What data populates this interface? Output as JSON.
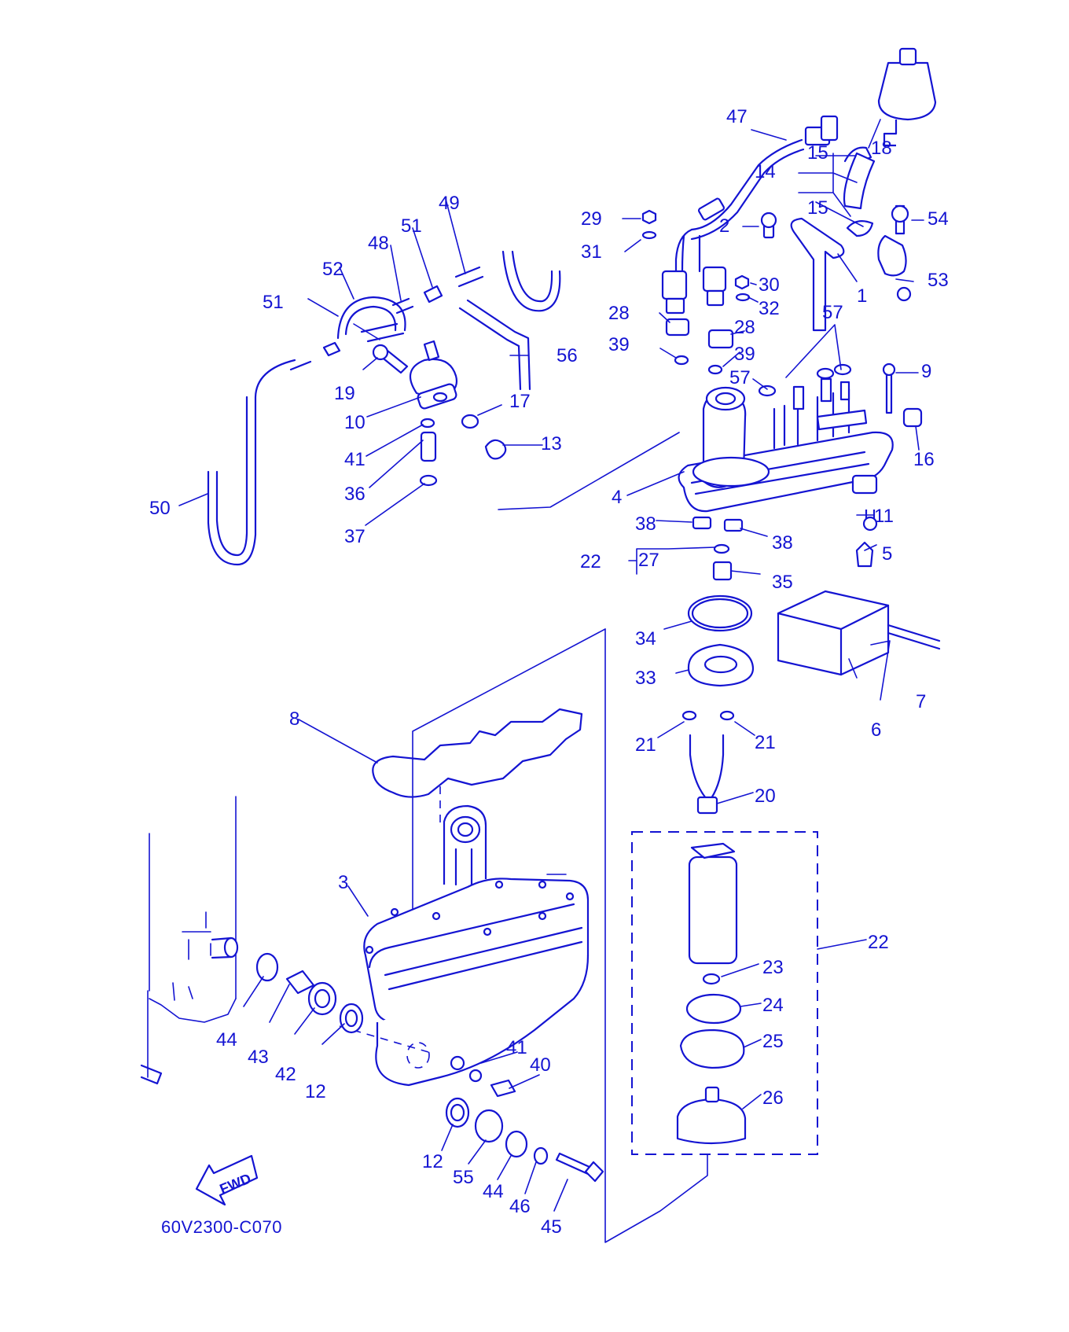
{
  "diagram": {
    "code": "60V2300-C070",
    "fwd_label": "FWD",
    "accent_color": "#1414d2",
    "part_numbers": [
      "1",
      "2",
      "3",
      "4",
      "5",
      "6",
      "7",
      "8",
      "9",
      "10",
      "11",
      "12",
      "13",
      "14",
      "15",
      "16",
      "17",
      "18",
      "19",
      "20",
      "21",
      "22",
      "23",
      "24",
      "25",
      "26",
      "27",
      "28",
      "29",
      "30",
      "31",
      "32",
      "33",
      "34",
      "35",
      "36",
      "37",
      "38",
      "39",
      "40",
      "41",
      "42",
      "43",
      "44",
      "45",
      "46",
      "47",
      "48",
      "49",
      "50",
      "51",
      "52",
      "53",
      "54",
      "55",
      "56",
      "57"
    ]
  }
}
